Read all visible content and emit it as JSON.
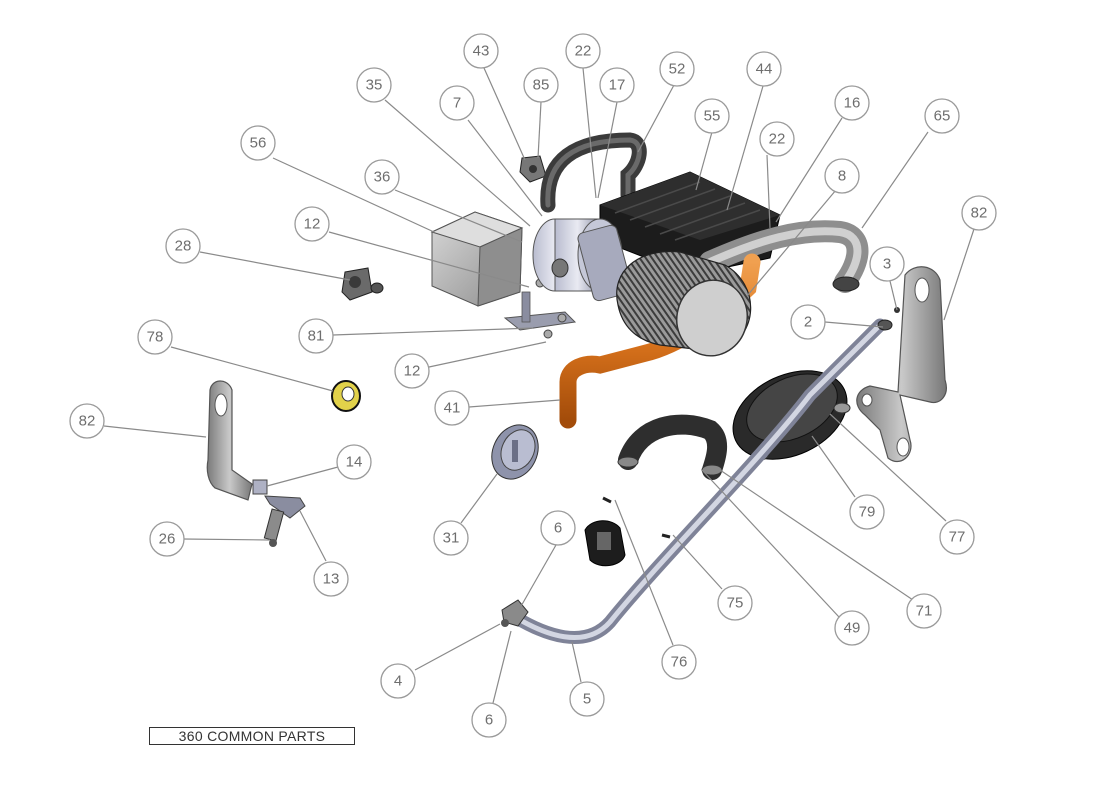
{
  "title_block": {
    "label": "360 COMMON PARTS"
  },
  "balloons": [
    {
      "id": "b43",
      "label": "43"
    },
    {
      "id": "b22a",
      "label": "22"
    },
    {
      "id": "b52",
      "label": "52"
    },
    {
      "id": "b44",
      "label": "44"
    },
    {
      "id": "b85",
      "label": "85"
    },
    {
      "id": "b17",
      "label": "17"
    },
    {
      "id": "b35",
      "label": "35"
    },
    {
      "id": "b7",
      "label": "7"
    },
    {
      "id": "b55",
      "label": "55"
    },
    {
      "id": "b16",
      "label": "16"
    },
    {
      "id": "b65",
      "label": "65"
    },
    {
      "id": "b56",
      "label": "56"
    },
    {
      "id": "b22b",
      "label": "22"
    },
    {
      "id": "b36",
      "label": "36"
    },
    {
      "id": "b8",
      "label": "8"
    },
    {
      "id": "b82a",
      "label": "82"
    },
    {
      "id": "b12a",
      "label": "12"
    },
    {
      "id": "b28",
      "label": "28"
    },
    {
      "id": "b3",
      "label": "3"
    },
    {
      "id": "b2",
      "label": "2"
    },
    {
      "id": "b81",
      "label": "81"
    },
    {
      "id": "b78",
      "label": "78"
    },
    {
      "id": "b12b",
      "label": "12"
    },
    {
      "id": "b41",
      "label": "41"
    },
    {
      "id": "b82b",
      "label": "82"
    },
    {
      "id": "b14",
      "label": "14"
    },
    {
      "id": "b79",
      "label": "79"
    },
    {
      "id": "b77",
      "label": "77"
    },
    {
      "id": "b31",
      "label": "31"
    },
    {
      "id": "b26",
      "label": "26"
    },
    {
      "id": "b6a",
      "label": "6"
    },
    {
      "id": "b13",
      "label": "13"
    },
    {
      "id": "b75",
      "label": "75"
    },
    {
      "id": "b71",
      "label": "71"
    },
    {
      "id": "b49",
      "label": "49"
    },
    {
      "id": "b76",
      "label": "76"
    },
    {
      "id": "b4",
      "label": "4"
    },
    {
      "id": "b5",
      "label": "5"
    },
    {
      "id": "b6b",
      "label": "6"
    }
  ]
}
